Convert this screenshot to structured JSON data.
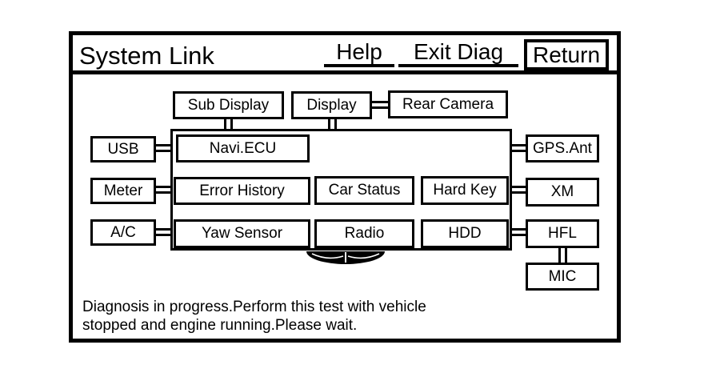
{
  "header": {
    "title": "System Link",
    "help_label": "Help",
    "exit_diag_label": "Exit Diag",
    "return_label": "Return"
  },
  "diagram": {
    "top_row": {
      "sub_display": "Sub Display",
      "display": "Display",
      "rear_camera": "Rear Camera"
    },
    "hub": {
      "navi_ecu": "Navi.ECU",
      "error_history": "Error History",
      "car_status": "Car Status",
      "hard_key": "Hard Key",
      "yaw_sensor": "Yaw Sensor",
      "radio": "Radio",
      "hdd": "HDD"
    },
    "left_column": {
      "usb": "USB",
      "meter": "Meter",
      "ac": "A/C"
    },
    "right_column": {
      "gps_ant": "GPS.Ant",
      "xm": "XM",
      "hfl": "HFL",
      "mic": "MIC"
    }
  },
  "status": {
    "message_lines": [
      "Diagnosis in progress.Perform this test with vehicle",
      "stopped and engine running.Please wait."
    ]
  },
  "colors": {
    "foreground": "#000000",
    "background": "#ffffff"
  }
}
